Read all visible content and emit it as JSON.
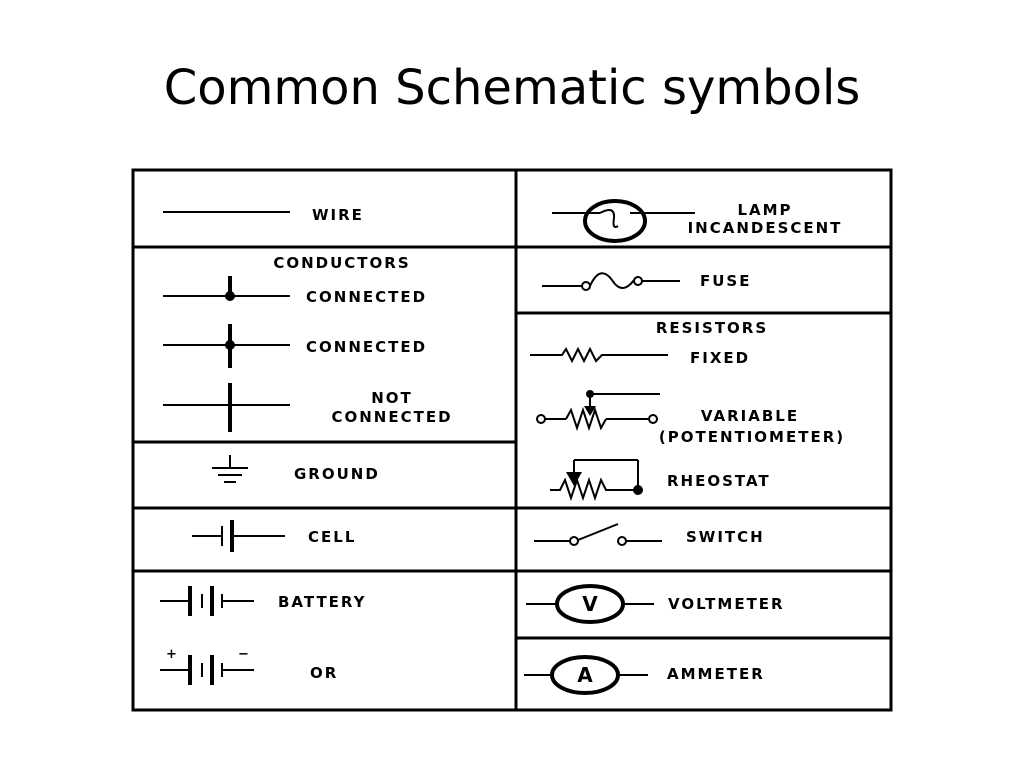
{
  "title": "Common Schematic symbols",
  "left_column": {
    "wire": "WIRE",
    "conductors_heading": "CONDUCTORS",
    "connected_1": "CONNECTED",
    "connected_2": "CONNECTED",
    "not_connected_line1": "NOT",
    "not_connected_line2": "CONNECTED",
    "ground": "GROUND",
    "cell": "CELL",
    "battery": "BATTERY",
    "battery_or": "OR",
    "plus_sign": "+",
    "minus_sign": "−"
  },
  "right_column": {
    "lamp_line1": "LAMP",
    "lamp_line2": "INCANDESCENT",
    "fuse": "FUSE",
    "resistors_heading": "RESISTORS",
    "fixed": "FIXED",
    "variable_line1": "VARIABLE",
    "variable_line2": "(POTENTIOMETER)",
    "rheostat": "RHEOSTAT",
    "switch": "SWITCH",
    "voltmeter": "VOLTMETER",
    "voltmeter_letter": "V",
    "ammeter": "AMMETER",
    "ammeter_letter": "A"
  }
}
